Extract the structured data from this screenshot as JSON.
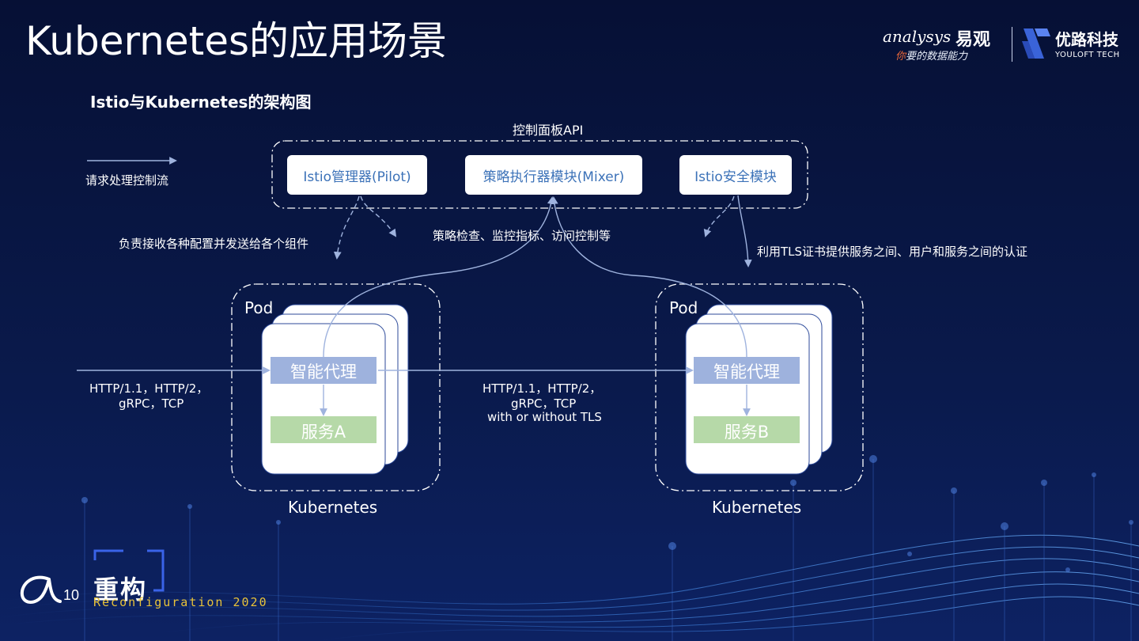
{
  "title": "Kubernetes的应用场景",
  "subtitle": "Istio与Kubernetes的架构图",
  "logos": {
    "analysys_word": "analysys",
    "analysys_cn": "易观",
    "analysys_slogan_accent": "你",
    "analysys_slogan_rest": "要的数据能力",
    "youloft_cn": "优路科技",
    "youloft_en": "YOULOFT TECH"
  },
  "diagram": {
    "control_plane_label": "控制面板API",
    "legend_label": "请求处理控制流",
    "components": {
      "pilot": "Istio管理器(Pilot)",
      "mixer": "策略执行器模块(Mixer)",
      "security": "Istio安全模块"
    },
    "annotations": {
      "pilot_note": "负责接收各种配置并发送给各个组件",
      "mixer_note": "策略检查、监控指标、访问控制等",
      "security_note": "利用TLS证书提供服务之间、用户和服务之间的认证"
    },
    "pods": [
      {
        "label": "Pod",
        "proxy": "智能代理",
        "service": "服务A",
        "cluster": "Kubernetes"
      },
      {
        "label": "Pod",
        "proxy": "智能代理",
        "service": "服务B",
        "cluster": "Kubernetes"
      }
    ],
    "ingress_protocols": [
      "HTTP/1.1，HTTP/2，",
      "gRPC，TCP"
    ],
    "mesh_protocols": [
      "HTTP/1.1，HTTP/2，",
      "gRPC，TCP",
      "with or without TLS"
    ]
  },
  "footer": {
    "number": "10",
    "title": "重构",
    "subtitle": "Reconfiguration 2020"
  },
  "colors": {
    "background": "#06113a",
    "box_text": "#3c72b8",
    "proxy_fill": "#9eb2dd",
    "service_fill": "#b6d9a8",
    "flow_line": "#9fb3de",
    "footer_accent": "#e8c33a"
  }
}
